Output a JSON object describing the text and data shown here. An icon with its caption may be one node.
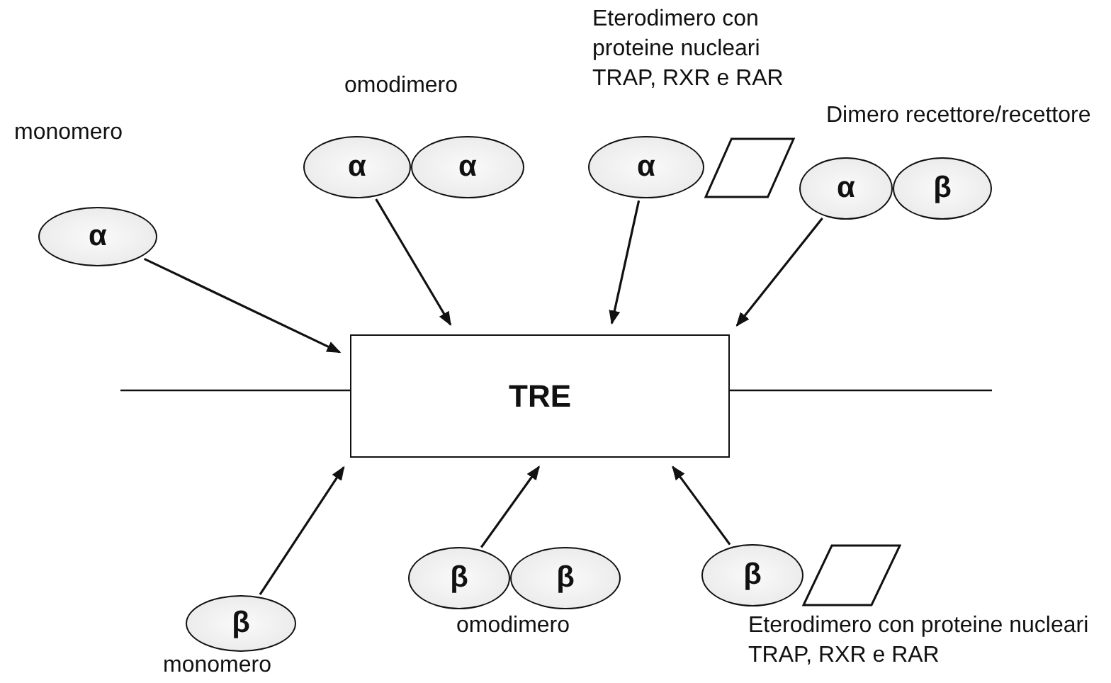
{
  "diagram": {
    "nodes": [
      {
        "text": [
          "α"
        ],
        "beside": [
          "monomero"
        ]
      },
      {
        "text": [
          "α"
        ],
        "beside": [
          "omodimero"
        ]
      },
      {
        "text": [
          "α"
        ]
      },
      {
        "text": [
          "α"
        ],
        "beside": [
          "Eterodimero con proteine nucleari TRAP, RXR e RAR"
        ]
      },
      {
        "text": [],
        "shape": "parallelogram"
      },
      {
        "text": [
          "α"
        ],
        "beside": [
          "Dimero recettore/recettore"
        ]
      },
      {
        "text": [
          "β"
        ]
      },
      {
        "text": [
          "TRE"
        ]
      },
      {
        "text": [
          "β"
        ],
        "beside": [
          "monomero"
        ]
      },
      {
        "text": [
          "β"
        ],
        "beside": [
          "omodimero"
        ]
      },
      {
        "text": [
          "β"
        ]
      },
      {
        "text": [
          "β"
        ],
        "beside": [
          "Eterodimero con proteine nucleari TRAP, RXR e RAR"
        ]
      },
      {
        "text": [],
        "shape": "parallelogram"
      }
    ],
    "edges": [
      {
        "from": 0,
        "to": 7,
        "arrow": "to"
      },
      {
        "from": 1,
        "to": 7,
        "arrow": "to"
      },
      {
        "from": 3,
        "to": 7,
        "arrow": "to"
      },
      {
        "from": 5,
        "to": 7,
        "arrow": "to"
      },
      {
        "from": 8,
        "to": 7,
        "arrow": "to"
      },
      {
        "from": 9,
        "to": 7,
        "arrow": "to"
      },
      {
        "from": 11,
        "to": 7,
        "arrow": "to"
      }
    ]
  }
}
